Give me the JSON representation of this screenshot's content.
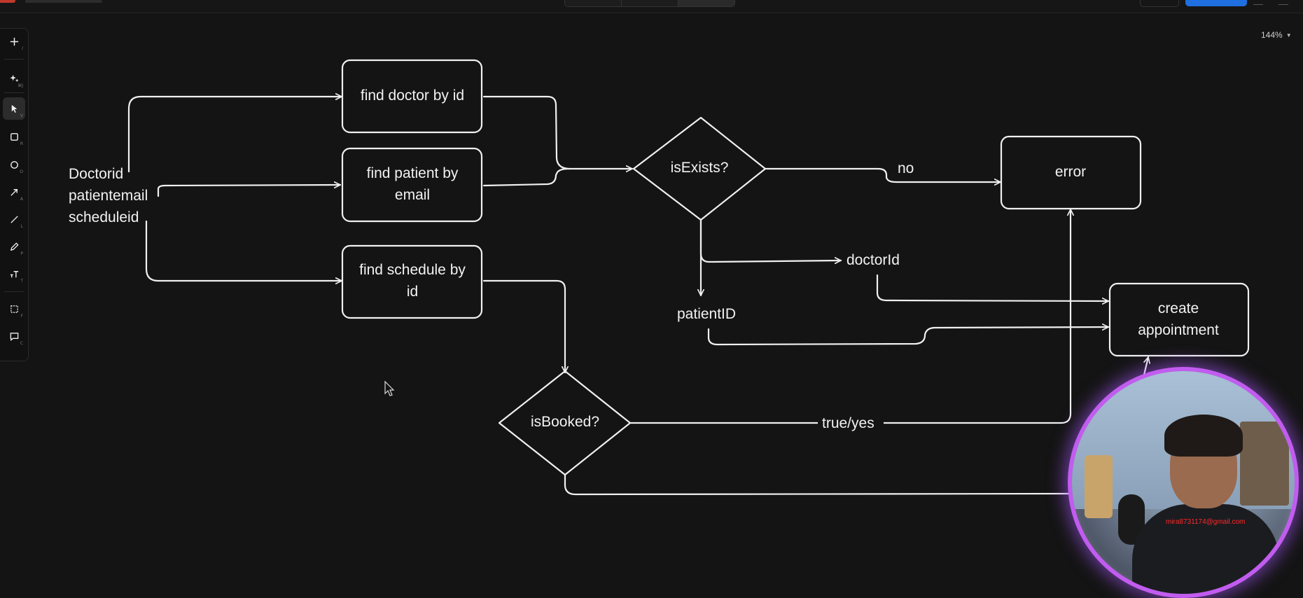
{
  "app": {
    "zoom_level": "144%",
    "accent_color": "#1f6fe0",
    "webcam_ring_color": "#c25cf0"
  },
  "toolbar": {
    "tools": [
      {
        "name": "add",
        "icon": "plus-icon",
        "key": "/"
      },
      {
        "name": "ai-generate",
        "icon": "sparkles-icon",
        "key": "⌘J"
      },
      {
        "name": "select",
        "icon": "cursor-icon",
        "key": "V"
      },
      {
        "name": "rectangle",
        "icon": "square-icon",
        "key": "R"
      },
      {
        "name": "ellipse",
        "icon": "circle-icon",
        "key": "O"
      },
      {
        "name": "arrow",
        "icon": "arrow-icon",
        "key": "A"
      },
      {
        "name": "line",
        "icon": "line-icon",
        "key": "L"
      },
      {
        "name": "pencil",
        "icon": "pencil-icon",
        "key": "P"
      },
      {
        "name": "text",
        "icon": "text-icon",
        "key": "T"
      },
      {
        "name": "frame",
        "icon": "frame-icon",
        "key": "F"
      },
      {
        "name": "comment",
        "icon": "comment-icon",
        "key": "C"
      }
    ]
  },
  "diagram": {
    "inputs": [
      "Doctorid",
      "patientemail",
      "scheduleid"
    ],
    "nodes": {
      "find_doctor": {
        "line1": "find doctor by id"
      },
      "find_patient": {
        "line1": "find patient by",
        "line2": "email"
      },
      "find_schedule": {
        "line1": "find schedule by",
        "line2": "id"
      },
      "is_exists": {
        "label": "isExists?"
      },
      "is_booked": {
        "label": "isBooked?"
      },
      "error": {
        "label": "error"
      },
      "create_appointment": {
        "line1": "create",
        "line2": "appointment"
      }
    },
    "edge_labels": {
      "no": "no",
      "doctor_id": "doctorId",
      "patient_id": "patientID",
      "true_yes": "true/yes"
    }
  },
  "webcam": {
    "watermark": "mira8731174@gmail.com"
  }
}
